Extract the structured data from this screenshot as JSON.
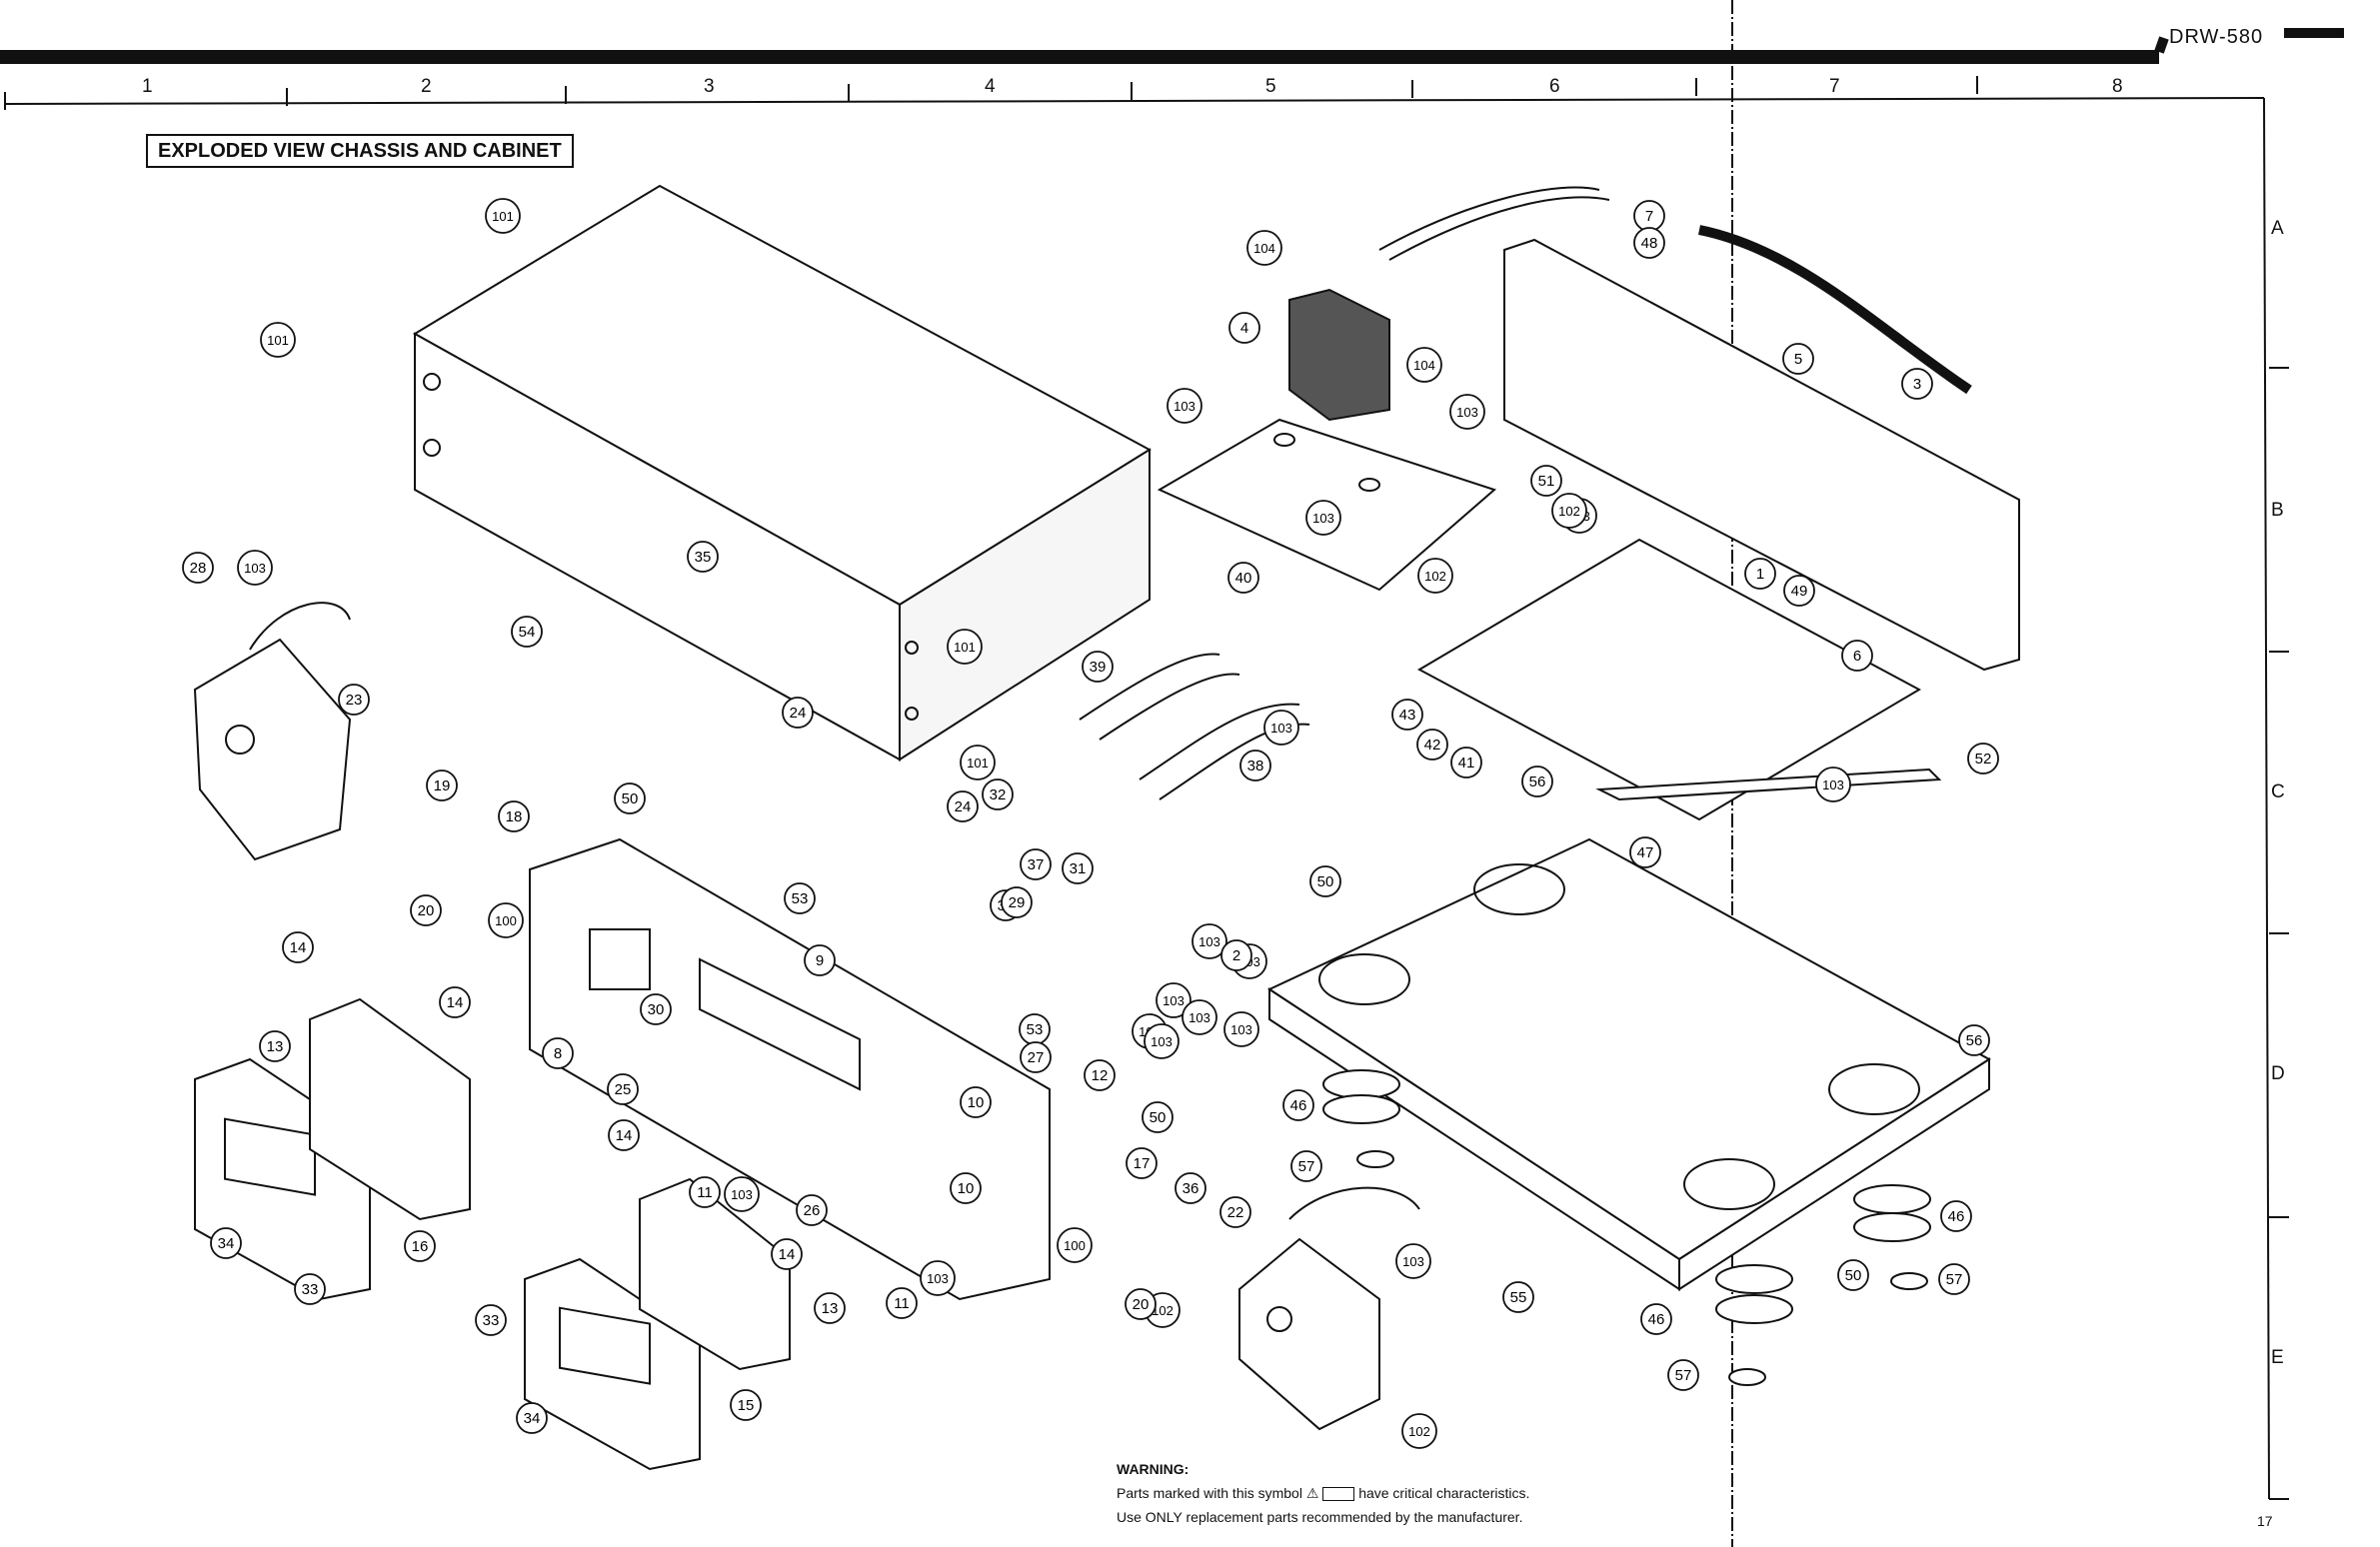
{
  "header": {
    "model": "DRW-580"
  },
  "grid": {
    "columns": [
      "1",
      "2",
      "3",
      "4",
      "5",
      "6",
      "7",
      "8"
    ],
    "rows": [
      "A",
      "B",
      "C",
      "D",
      "E"
    ]
  },
  "title": "EXPLODED VIEW CHASSIS AND CABINET",
  "callouts": [
    "101",
    "101",
    "101",
    "101",
    "101",
    "104",
    "104",
    "4",
    "103",
    "103",
    "103",
    "103",
    "103",
    "103",
    "103",
    "103",
    "103",
    "103",
    "103",
    "103",
    "103",
    "103",
    "103",
    "103",
    "6",
    "7",
    "48",
    "5",
    "3",
    "40",
    "51",
    "102",
    "102",
    "102",
    "102",
    "1",
    "49",
    "35",
    "54",
    "28",
    "23",
    "19",
    "18",
    "100",
    "100",
    "20",
    "20",
    "39",
    "38",
    "24",
    "24",
    "32",
    "37",
    "37",
    "31",
    "29",
    "43",
    "42",
    "41",
    "56",
    "56",
    "52",
    "47",
    "50",
    "50",
    "50",
    "50",
    "53",
    "53",
    "9",
    "27",
    "2",
    "30",
    "8",
    "12",
    "14",
    "14",
    "14",
    "14",
    "13",
    "13",
    "25",
    "11",
    "11",
    "26",
    "10",
    "10",
    "17",
    "36",
    "22",
    "55",
    "46",
    "46",
    "46",
    "57",
    "57",
    "57",
    "34",
    "34",
    "33",
    "33",
    "16",
    "15"
  ],
  "warning": {
    "heading": "WARNING:",
    "line1_a": "Parts marked with this symbol",
    "line1_b": "have critical characteristics.",
    "line2": "Use ONLY replacement parts recommended by the manufacturer."
  },
  "page_number": "17"
}
